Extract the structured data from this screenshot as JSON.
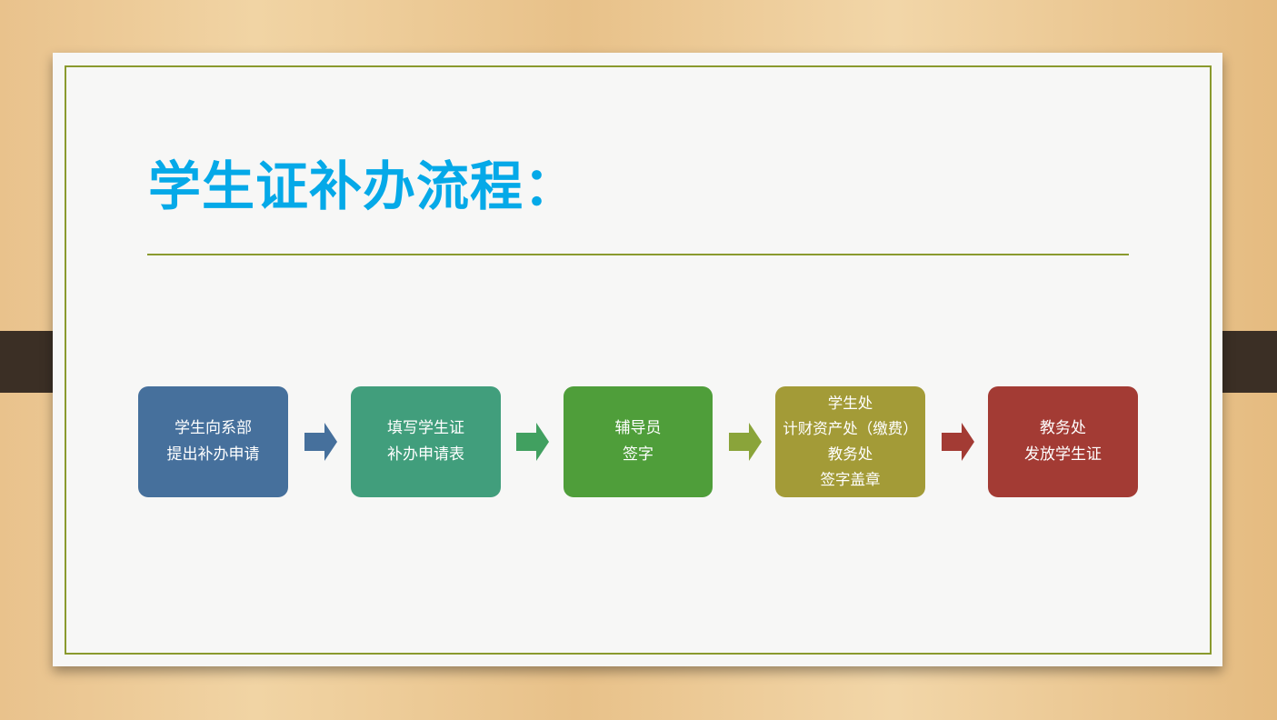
{
  "title": "学生证补办流程：",
  "steps": [
    {
      "lines": [
        "学生向系部",
        "提出补办申请"
      ],
      "color": "#46709c"
    },
    {
      "lines": [
        "填写学生证",
        "补办申请表"
      ],
      "color": "#419e7c"
    },
    {
      "lines": [
        "辅导员",
        "签字"
      ],
      "color": "#4f9e3a"
    },
    {
      "lines": [
        "学生处",
        "计财资产处（缴费）",
        "教务处",
        "签字盖章"
      ],
      "color": "#a39b37"
    },
    {
      "lines": [
        "教务处",
        "发放学生证"
      ],
      "color": "#a33b34"
    }
  ],
  "arrow_colors": [
    "#46709c",
    "#41a060",
    "#8aa43a",
    "#a33b34"
  ]
}
